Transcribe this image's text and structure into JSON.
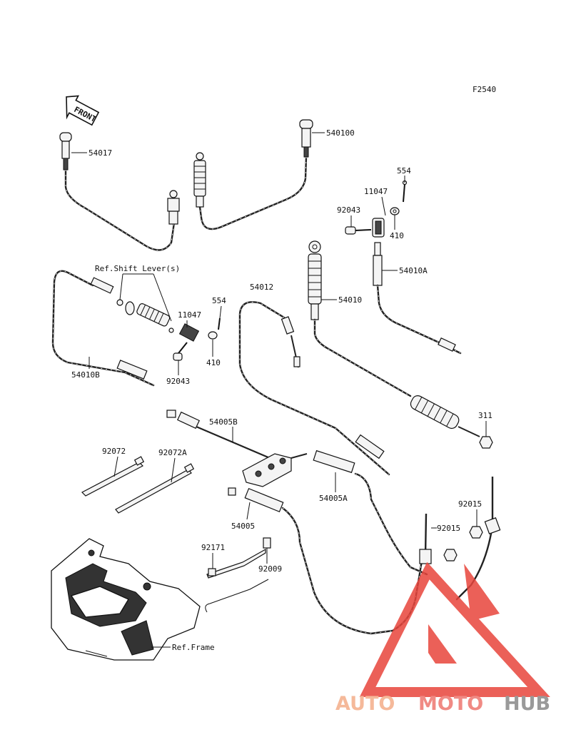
{
  "figure_code": "F2540",
  "front_label": "FRONT",
  "parts": [
    {
      "id": "p54017",
      "label": "54017"
    },
    {
      "id": "p540100",
      "label": "540100"
    },
    {
      "id": "p554a",
      "label": "554"
    },
    {
      "id": "p11047a",
      "label": "11047"
    },
    {
      "id": "p92043a",
      "label": "92043"
    },
    {
      "id": "p410a",
      "label": "410"
    },
    {
      "id": "p54010A",
      "label": "54010A"
    },
    {
      "id": "pRefShift",
      "label": "Ref.Shift Lever(s)"
    },
    {
      "id": "p54012",
      "label": "54012"
    },
    {
      "id": "p54010",
      "label": "54010"
    },
    {
      "id": "p554b",
      "label": "554"
    },
    {
      "id": "p11047b",
      "label": "11047"
    },
    {
      "id": "p410b",
      "label": "410"
    },
    {
      "id": "p54010B",
      "label": "54010B"
    },
    {
      "id": "p92043b",
      "label": "92043"
    },
    {
      "id": "p311",
      "label": "311"
    },
    {
      "id": "p54005B",
      "label": "54005B"
    },
    {
      "id": "p92072",
      "label": "92072"
    },
    {
      "id": "p92072A",
      "label": "92072A"
    },
    {
      "id": "p54005A",
      "label": "54005A"
    },
    {
      "id": "p92015a",
      "label": "92015"
    },
    {
      "id": "p92015b",
      "label": "92015"
    },
    {
      "id": "p54005",
      "label": "54005"
    },
    {
      "id": "p92171",
      "label": "92171"
    },
    {
      "id": "p92009",
      "label": "92009"
    },
    {
      "id": "pRefFrame",
      "label": "Ref.Frame"
    }
  ],
  "watermark": {
    "part1": "AUTO",
    "part2": "MOTO",
    "part3": "HUB",
    "colors": {
      "auto": "#f5b99a",
      "moto": "#f08a84",
      "hub": "#9a9a9a",
      "triangle": "#e8453c"
    }
  }
}
